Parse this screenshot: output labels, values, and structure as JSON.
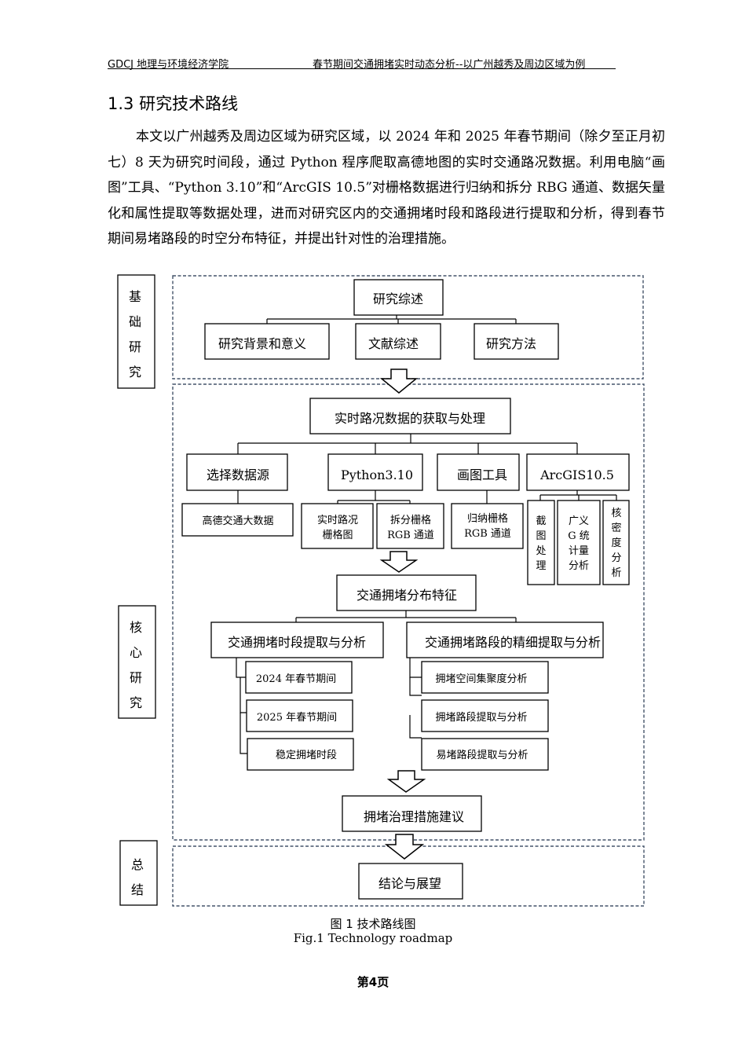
{
  "header": {
    "left": "GDCJ 地理与环境经济学院",
    "right": "春节期间交通拥堵实时动态分析--以广州越秀及周边区域为例"
  },
  "section_title": "1.3  研究技术路线",
  "paragraph": "本文以广州越秀及周边区域为研究区域，以 2024 年和 2025 年春节期间（除夕至正月初七）8 天为研究时间段，通过 Python 程序爬取高德地图的实时交通路况数据。利用电脑“画图”工具、“Python 3.10”和“ArcGIS 10.5”对栅格数据进行归纳和拆分 RBG 通道、数据矢量化和属性提取等数据处理，进而对研究区内的交通拥堵时段和路段进行提取和分析，得到春节期间易堵路段的时空分布特征，并提出针对性的治理措施。",
  "diagram": {
    "side_labels": {
      "basic": "基础研究",
      "core": "核心研究",
      "summary": "总结"
    },
    "review": "研究综述",
    "background": "研究背景和意义",
    "literature": "文献综述",
    "method": "研究方法",
    "acquire": "实时路况数据的获取与处理",
    "select_source": "选择数据源",
    "python": "Python3.10",
    "paint": "画图工具",
    "arcgis": "ArcGIS10.5",
    "gaode": "高德交通大数据",
    "realtime_raster": [
      "实时路况",
      "栅格图"
    ],
    "split_raster": [
      "拆分栅格",
      "RGB 通道"
    ],
    "merge_raster": [
      "归纳栅格",
      "RGB 通道"
    ],
    "clip": "截图处理",
    "glm": [
      "广义",
      "G 统",
      "计量",
      "分析"
    ],
    "kernel": "核密度分析",
    "features": "交通拥堵分布特征",
    "period": "交通拥堵时段提取与分析",
    "road": "交通拥堵路段的精细提取与分析",
    "y2024": "2024 年春节期间",
    "y2025": "2025 年春节期间",
    "stable": "稳定拥堵时段",
    "cluster": "拥堵空间集聚度分析",
    "road_extract": "拥堵路段提取与分析",
    "prone": "易堵路段提取与分析",
    "advice": "拥堵治理措施建议",
    "conclusion": "结论与展望"
  },
  "caption_cn": "图 1 技术路线图",
  "caption_en": "Fig.1 Technology roadmap",
  "page_number": "第4页"
}
